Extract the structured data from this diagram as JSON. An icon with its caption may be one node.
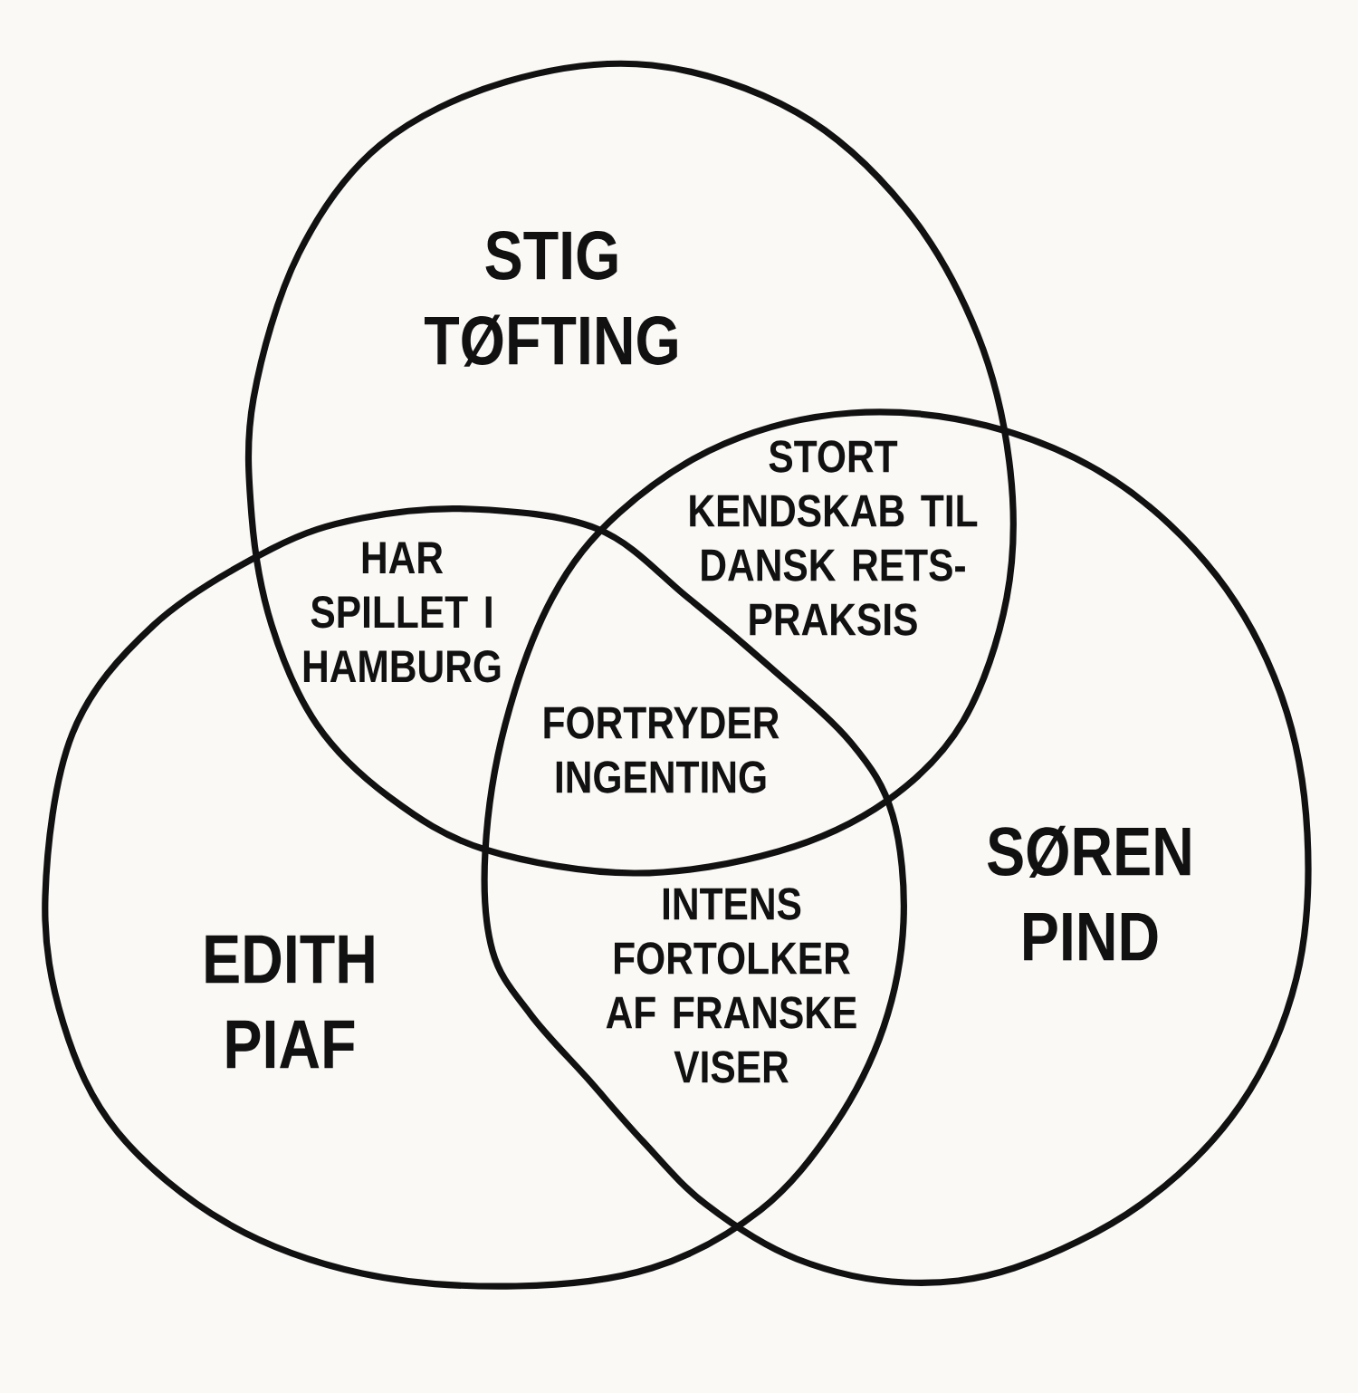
{
  "diagram": {
    "nodes": [
      {
        "text": [
          "STIG TØFTING"
        ]
      },
      {
        "text": [
          "SØREN PIND"
        ]
      },
      {
        "text": [
          "EDITH PIAF"
        ]
      }
    ],
    "labels": [
      "STORT KENDSKAB TIL DANSK RETS- PRAKSIS",
      "HAR SPILLET I HAMBURG",
      "FORTRYDER INGENTING",
      "INTENS FORTOLKER AF FRANSKE VISER"
    ]
  }
}
